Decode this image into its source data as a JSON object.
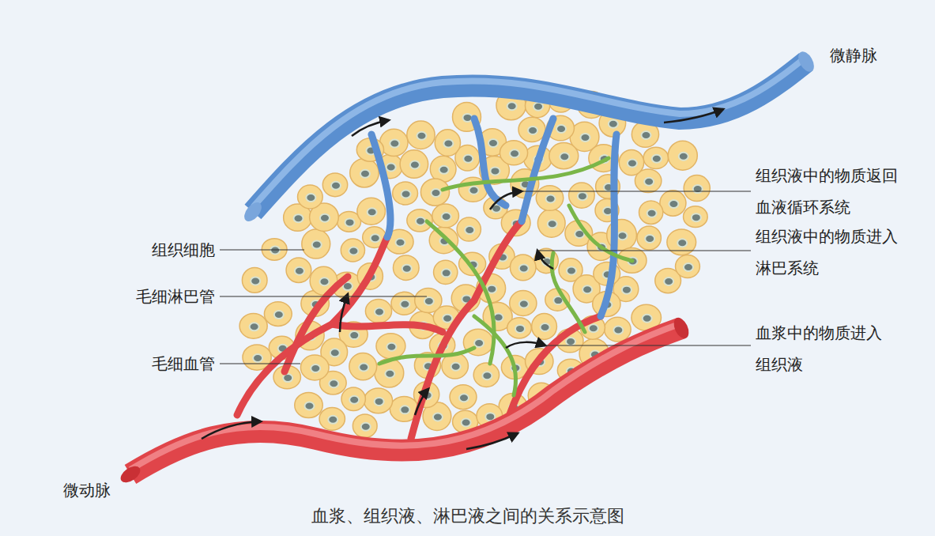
{
  "diagram": {
    "caption": "血浆、组织液、淋巴液之间的关系示意图",
    "labels": [
      "微静脉",
      "组织液中的物质返回 血液循环系统",
      "组织液中的物质进入 淋巴系统",
      "组织细胞",
      "毛细淋巴管",
      "血浆中的物质进入 组织液",
      "毛细血管",
      "微动脉"
    ]
  }
}
